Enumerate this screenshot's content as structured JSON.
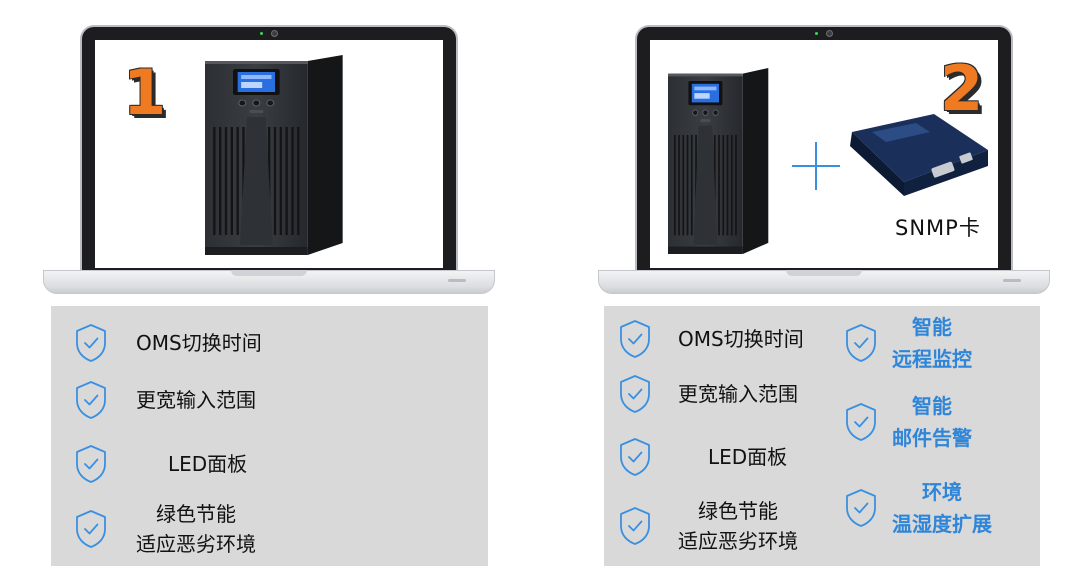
{
  "option1": {
    "number": "1",
    "features": [
      "OMS切换时间",
      "更宽输入范围",
      "LED面板",
      "绿色节能",
      "适应恶劣环境"
    ]
  },
  "option2": {
    "number": "2",
    "addon_label": "SNMP卡",
    "features": [
      "OMS切换时间",
      "更宽输入范围",
      "LED面板",
      "绿色节能",
      "适应恶劣环境"
    ],
    "smart_features": [
      [
        "智能",
        "远程监控"
      ],
      [
        "智能",
        "邮件告警"
      ],
      [
        "环境",
        "温湿度扩展"
      ]
    ]
  },
  "colors": {
    "number_fill": "#ef7a22",
    "smart_text": "#2f86d8",
    "shield_stroke": "#3a90e0",
    "panel_bg": "#d9d9d9"
  },
  "icons": [
    "shield-check-icon",
    "plus-icon",
    "ups-tower-icon",
    "snmp-card-icon"
  ]
}
